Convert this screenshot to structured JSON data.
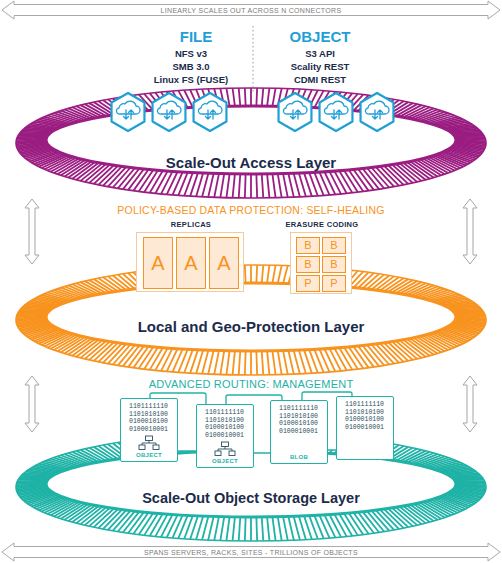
{
  "diagram": {
    "nodes": [
      {
        "text": [
          "Scale-Out Access Layer"
        ]
      },
      {
        "text": [
          "REPLICAS"
        ]
      },
      {
        "text": [
          "A"
        ],
        "in": 1
      },
      {
        "text": [
          "A"
        ],
        "in": 1
      },
      {
        "text": [
          "A"
        ],
        "in": 1
      },
      {
        "text": [
          "ERASURE CODING"
        ]
      },
      {
        "text": [
          "B"
        ],
        "in": 5
      },
      {
        "text": [
          "B"
        ],
        "in": 5
      },
      {
        "text": [
          "B"
        ],
        "in": 5
      },
      {
        "text": [
          "B"
        ],
        "in": 5
      },
      {
        "text": [
          "P"
        ],
        "in": 5
      },
      {
        "text": [
          "P"
        ],
        "in": 5
      },
      {
        "text": [
          "Local and Geo-Protection Layer"
        ]
      },
      {
        "text": [
          "1101111110 1101010100 0100010100 0100010001",
          "OBJECT"
        ]
      },
      {
        "text": [
          "1101111110 1101010100 0100010100 0100010001",
          "OBJECT"
        ]
      },
      {
        "text": [
          "1101111110 1101010100 0100010100 0100010001",
          "BLOB"
        ]
      },
      {
        "text": [
          "1101111110 1101010100 0100010100 0100010001"
        ]
      },
      {
        "text": [
          "Scale-Out Object Storage Layer"
        ]
      }
    ],
    "edges": [
      {
        "from": 0,
        "to": 12,
        "arrow": "both"
      },
      {
        "from": 0,
        "to": 12,
        "arrow": "both"
      },
      {
        "from": 12,
        "to": 17,
        "arrow": "both"
      },
      {
        "from": 12,
        "to": 17,
        "arrow": "both"
      }
    ],
    "labels": [
      "LINEARLY SCALES OUT ACROSS N CONNECTORS",
      "FILE",
      "NFS v3",
      "SMB 3.0",
      "Linux FS (FUSE)",
      "OBJECT",
      "S3 API",
      "Scality REST",
      "CDMI REST",
      "POLICY-BASED DATA PROTECTION: SELF-HEALING",
      "ADVANCED ROUTING: MANAGEMENT",
      "SPANS SERVERS, RACKS, SITES - TRILLIONS OF OBJECTS"
    ]
  }
}
